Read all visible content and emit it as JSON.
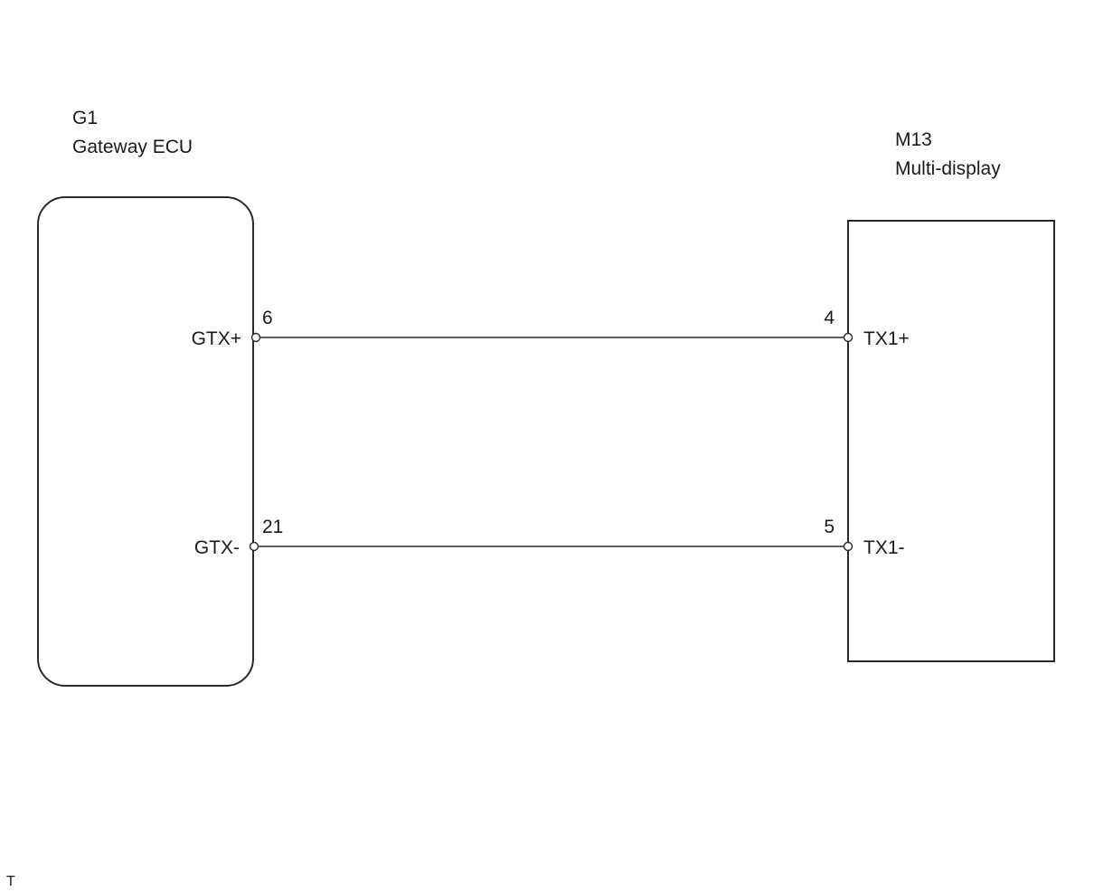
{
  "components": {
    "gateway": {
      "code": "G1",
      "name": "Gateway ECU",
      "pins": [
        {
          "number": "6",
          "signal": "GTX+"
        },
        {
          "number": "21",
          "signal": "GTX-"
        }
      ]
    },
    "display": {
      "code": "M13",
      "name": "Multi-display",
      "pins": [
        {
          "number": "4",
          "signal": "TX1+"
        },
        {
          "number": "5",
          "signal": "TX1-"
        }
      ]
    }
  },
  "footer_mark": "T"
}
